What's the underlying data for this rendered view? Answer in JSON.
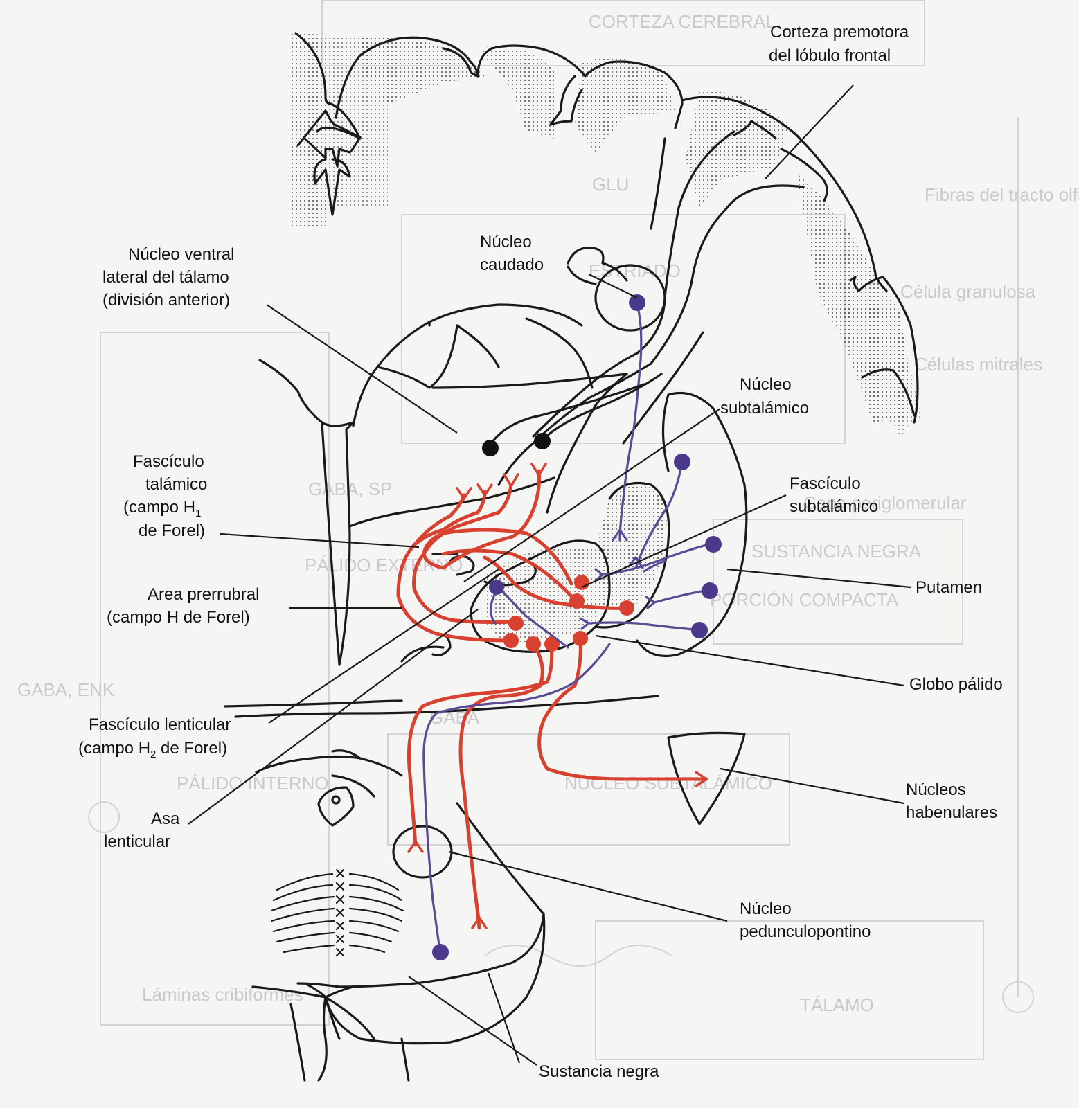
{
  "title": "",
  "labels": {
    "corteza_premotora": [
      "Corteza premotora",
      "del lóbulo frontal"
    ],
    "nucleo_ventral_lateral": [
      "Núcleo ventral",
      "lateral del tálamo",
      "(división anterior)"
    ],
    "nucleo_caudado": [
      "Núcleo",
      "caudado"
    ],
    "nucleo_subtalamico": [
      "Núcleo",
      "subtalámico"
    ],
    "fasciculo_talamico": [
      "Fascículo",
      "talámico",
      "(campo H",
      "1",
      "de Forel)"
    ],
    "fasciculo_subtalamico": [
      "Fascículo",
      "subtalámico"
    ],
    "putamen": "Putamen",
    "area_prerrubral": [
      "Area prerrubral",
      "(campo H de Forel)"
    ],
    "globo_palido": "Globo pálido",
    "fasciculo_lenticular": [
      "Fascículo lenticular",
      "(campo H",
      "2",
      " de Forel)"
    ],
    "asa_lenticular": [
      "Asa",
      "lenticular"
    ],
    "nucleos_habenulares": [
      "Núcleos",
      "habenulares"
    ],
    "nucleo_pedunculopontino": [
      "Núcleo",
      "pedunculopontino"
    ],
    "sustancia_negra": "Sustancia negra"
  },
  "bleed_through": [
    "CORTEZA CEREBRAL",
    "GLU",
    "ESTRIADO",
    "GABA, SP",
    "PÁLIDO EXTERNO",
    "SUSTANCIA NEGRA",
    "PORCIÓN COMPACTA",
    "GABA, ENK",
    "PÁLIDO INTERNO",
    "NÚCLEO SUBTALÁMICO",
    "GABA",
    "TÁLAMO",
    "Fibras del tracto olfatorio",
    "Célula granulosa",
    "Células mitrales",
    "Capa periglomerular",
    "Láminas cribiformes"
  ],
  "colors": {
    "ink": "#1a1a1a",
    "pathway_red": "#d8412f",
    "pathway_blue": "#5b4a94",
    "stipple": "#555555",
    "bleed_through": "#c9c9cf"
  }
}
